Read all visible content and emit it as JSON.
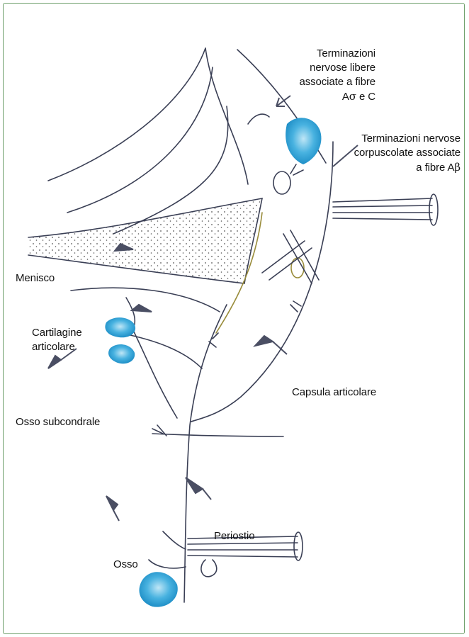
{
  "labels": {
    "free_endings_line1": "Terminazioni",
    "free_endings_line2": "nervose libere",
    "free_endings_line3": "associate a fibre",
    "free_endings_line4_a": "A",
    "free_endings_line4_sigma": "σ",
    "free_endings_line4_b": " e C",
    "corpuscular_line1": "Terminazioni nervose",
    "corpuscular_line2": "corpuscolate associate",
    "corpuscular_line3_a": "a fibre A",
    "corpuscular_line3_beta": "β",
    "menisco": "Menisco",
    "cartilage_line1": "Cartilagine",
    "cartilage_line2": "articolare",
    "capsule": "Capsula articolare",
    "subchondral": "Osso subcondrale",
    "periosteum": "Periostio",
    "bone": "Osso"
  },
  "colors": {
    "frame_border": "#6d9f6a",
    "ink": "#3a3f55",
    "arrow": "#4a4e63",
    "nerve_ending_blue": "#3aa7d8",
    "nerve_ending_light": "#9fd6ef",
    "capsule_ochre": "#9a8d3c"
  },
  "icons": [
    "arrow-icon",
    "free-nerve-ending-icon",
    "corpuscle-icon",
    "nerve-bundle-icon"
  ]
}
